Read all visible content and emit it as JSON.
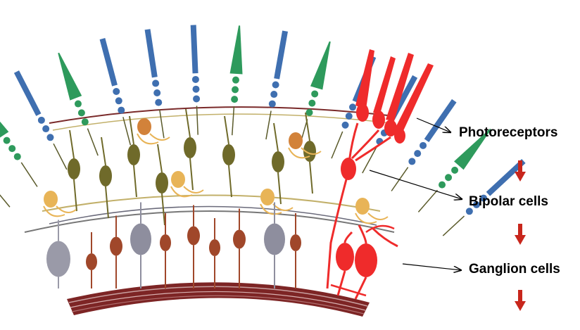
{
  "labels": {
    "photoreceptors": "Photoreceptors",
    "bipolar": "Bipolar cells",
    "ganglion": "Ganglion cells"
  },
  "illustration": {
    "subject": "retina-cell-layers",
    "highlight_color": "#ef2b2b",
    "rod_color": "#3f6fb0",
    "cone_color": "#2e9a5c",
    "bipolar_color": "#6f6a2a",
    "horizontal_color": "#e8b457",
    "amacrine_color": "#b8b8c8",
    "ganglion_color": "#9a9aa8",
    "axon_bundle_color": "#8a2a2a"
  },
  "flow_arrow_color": "#c8261c"
}
